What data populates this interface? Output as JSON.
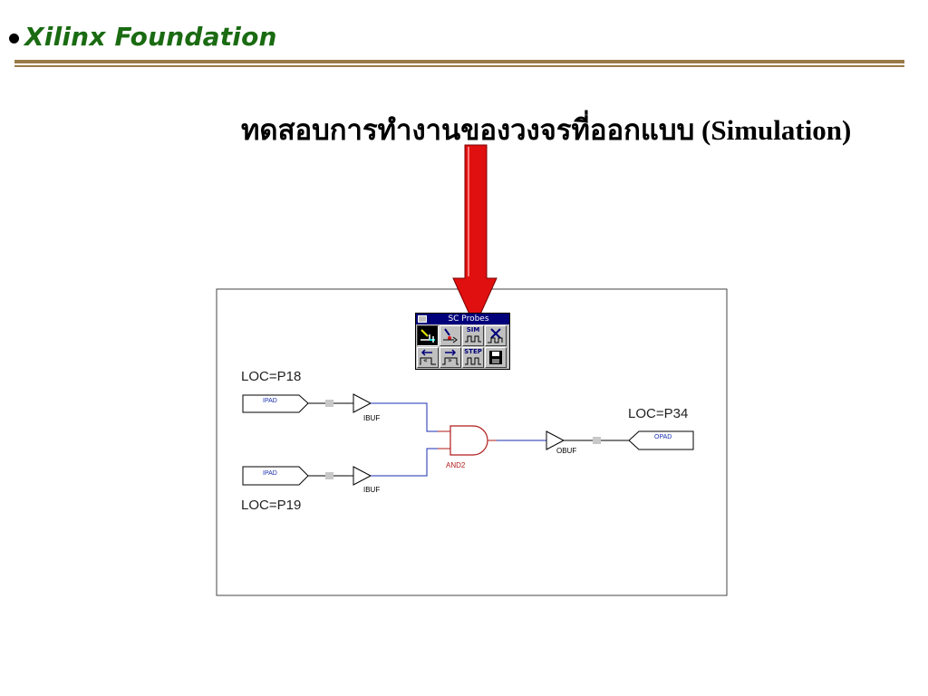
{
  "header": {
    "title": "Xilinx Foundation"
  },
  "slide": {
    "subtitle": "ทดสอบการทำงานของวงจรที่ออกแบบ (Simulation)"
  },
  "schematic": {
    "loc_input_1": "LOC=P18",
    "loc_input_2": "LOC=P19",
    "loc_output": "LOC=P34",
    "ipad_label": "IPAD",
    "opad_label": "OPAD",
    "ibuf_label": "IBUF",
    "obuf_label": "OBUF",
    "and_label": "AND2"
  },
  "palette": {
    "title": "SC Probes",
    "sim_label": "SIM",
    "step_label": "STEP"
  },
  "colors": {
    "header_green": "#1a6b12",
    "rule_brown": "#9a7a48",
    "arrow_red": "#e01010",
    "wire_blue": "#1a2fb0",
    "gate_red": "#b21a1a"
  }
}
